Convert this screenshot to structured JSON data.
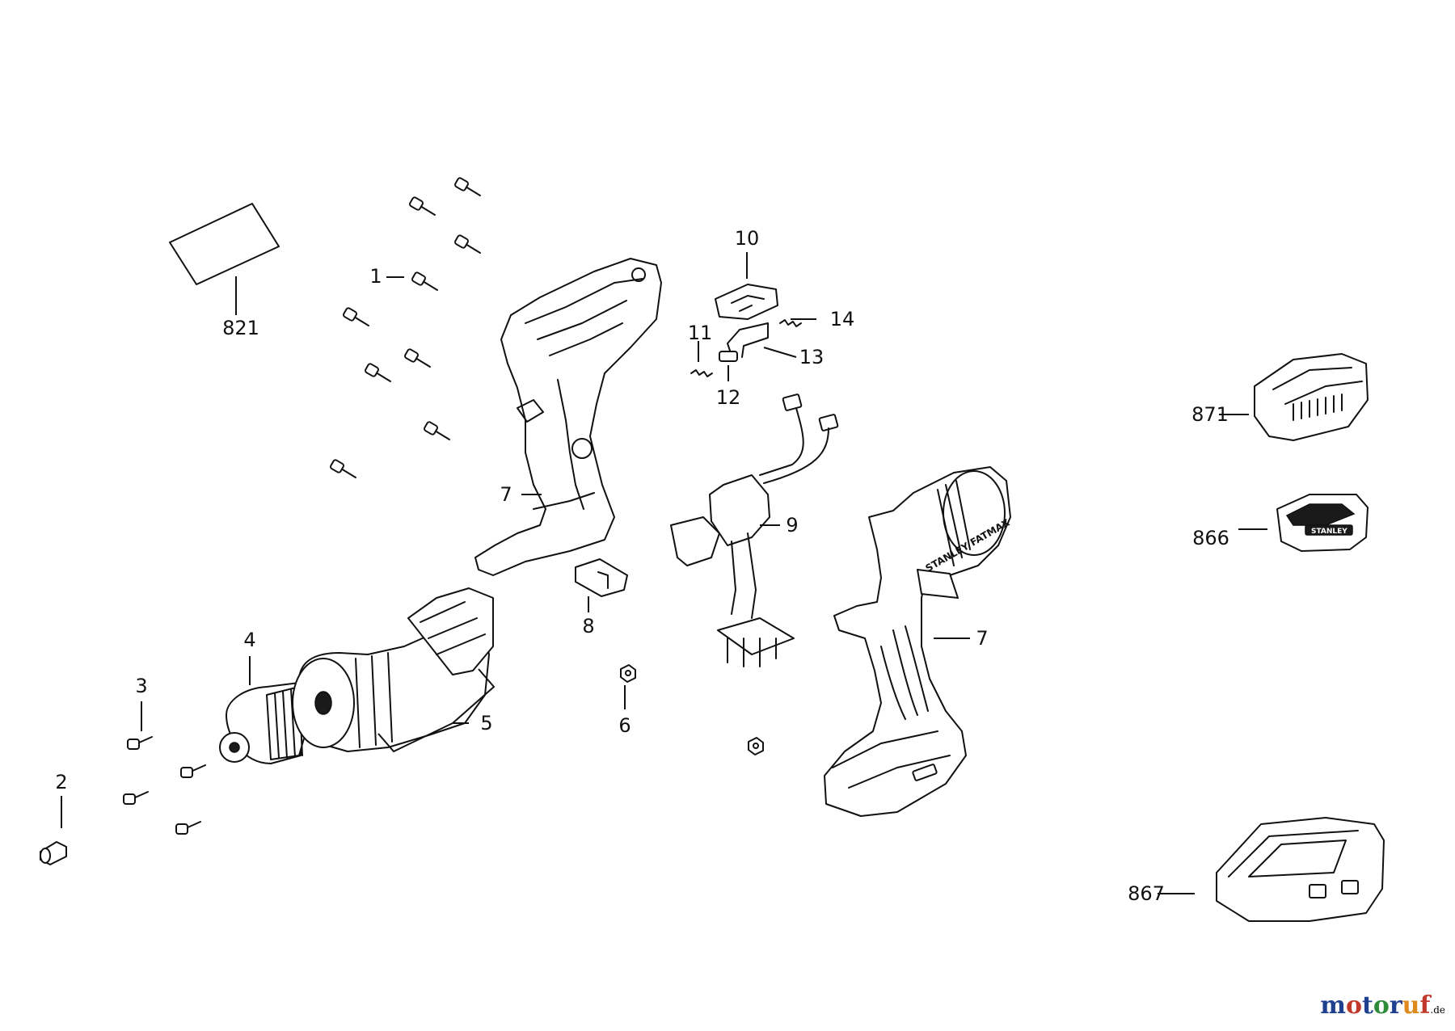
{
  "diagram": {
    "callouts": [
      {
        "id": "1",
        "label": "1"
      },
      {
        "id": "2",
        "label": "2"
      },
      {
        "id": "3",
        "label": "3"
      },
      {
        "id": "4",
        "label": "4"
      },
      {
        "id": "5",
        "label": "5"
      },
      {
        "id": "6",
        "label": "6"
      },
      {
        "id": "7a",
        "label": "7"
      },
      {
        "id": "7b",
        "label": "7"
      },
      {
        "id": "8",
        "label": "8"
      },
      {
        "id": "9",
        "label": "9"
      },
      {
        "id": "10",
        "label": "10"
      },
      {
        "id": "11",
        "label": "11"
      },
      {
        "id": "12",
        "label": "12"
      },
      {
        "id": "13",
        "label": "13"
      },
      {
        "id": "14",
        "label": "14"
      },
      {
        "id": "821",
        "label": "821"
      },
      {
        "id": "866",
        "label": "866"
      },
      {
        "id": "867",
        "label": "867"
      },
      {
        "id": "871",
        "label": "871"
      }
    ],
    "housing_brand_text": "STANLEY FATMAX",
    "battery_brand_text": "STANLEY",
    "parts": [
      {
        "name": "screw",
        "icon": "screw-icon"
      },
      {
        "name": "chuck",
        "icon": "chuck-icon"
      },
      {
        "name": "gearbox-motor",
        "icon": "gearbox-icon"
      },
      {
        "name": "nut",
        "icon": "nut-icon"
      },
      {
        "name": "housing-half",
        "icon": "housing-icon"
      },
      {
        "name": "switch",
        "icon": "switch-icon"
      },
      {
        "name": "battery",
        "icon": "battery-icon"
      },
      {
        "name": "charger",
        "icon": "charger-icon"
      },
      {
        "name": "case",
        "icon": "case-icon"
      },
      {
        "name": "label-sheet",
        "icon": "label-sheet-icon"
      }
    ]
  },
  "watermark": {
    "letters": [
      "m",
      "o",
      "t",
      "o",
      "r",
      "u",
      "f"
    ],
    "letter_colors": [
      "#1f3f8f",
      "#c0392b",
      "#1f3f8f",
      "#2e8b3a",
      "#1f3f8f",
      "#e08a1e",
      "#c0392b"
    ],
    "suffix": ".de"
  }
}
